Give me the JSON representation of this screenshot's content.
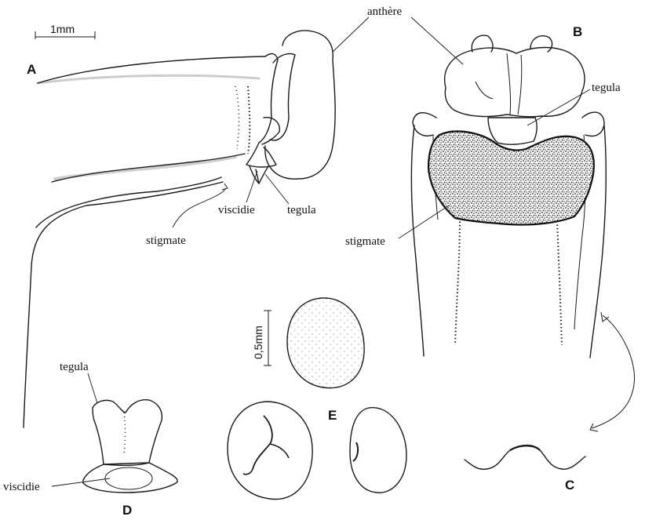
{
  "figure": {
    "panels": {
      "a": "A",
      "b": "B",
      "c": "C",
      "d": "D",
      "e": "E"
    },
    "scales": {
      "large": "1mm",
      "small": "0,5mm"
    },
    "labels": {
      "anthere": "anthère",
      "tegula_b": "tegula",
      "stigmate_a": "stigmate",
      "stigmate_b": "stigmate",
      "viscidie_a": "viscidie",
      "tegula_a": "tegula",
      "tegula_d": "tegula",
      "viscidie_d": "viscidie"
    }
  }
}
